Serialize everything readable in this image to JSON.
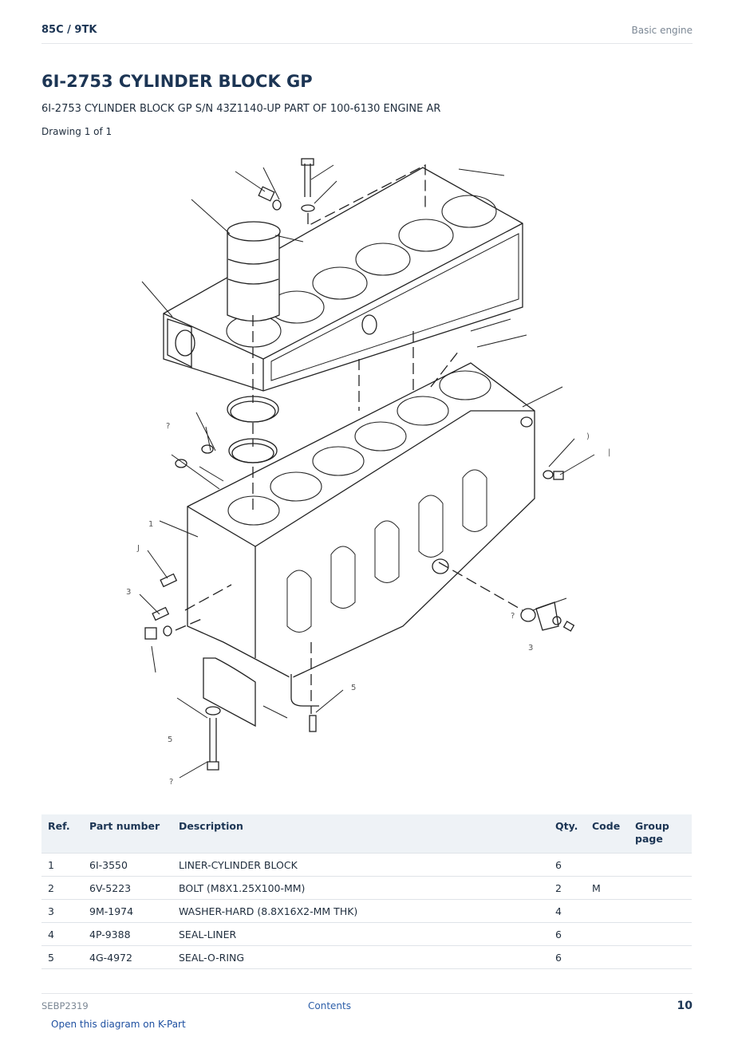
{
  "header": {
    "model": "85C  /  9TK",
    "section": "Basic engine"
  },
  "title": "6I-2753 CYLINDER BLOCK GP",
  "subtitle": "6I-2753 CYLINDER BLOCK GP S/N 43Z1140-UP PART OF 100-6130 ENGINE AR",
  "drawing_label": "Drawing 1 of 1",
  "table": {
    "headers": {
      "ref": "Ref.",
      "part": "Part number",
      "desc": "Description",
      "qty": "Qty.",
      "code": "Code",
      "group": "Group page"
    },
    "rows": [
      {
        "ref": "1",
        "part": "6I-3550",
        "desc": "LINER-CYLINDER BLOCK",
        "qty": "6",
        "code": "",
        "group": ""
      },
      {
        "ref": "2",
        "part": "6V-5223",
        "desc": "BOLT (M8X1.25X100-MM)",
        "qty": "2",
        "code": "M",
        "group": ""
      },
      {
        "ref": "3",
        "part": "9M-1974",
        "desc": "WASHER-HARD (8.8X16X2-MM THK)",
        "qty": "4",
        "code": "",
        "group": ""
      },
      {
        "ref": "4",
        "part": "4P-9388",
        "desc": "SEAL-LINER",
        "qty": "6",
        "code": "",
        "group": ""
      },
      {
        "ref": "5",
        "part": "4G-4972",
        "desc": "SEAL-O-RING",
        "qty": "6",
        "code": "",
        "group": ""
      }
    ]
  },
  "footer": {
    "doc_id": "SEBP2319",
    "contents_link": "Contents",
    "page_number": "10",
    "kpart_link": "Open this diagram on K-Part"
  }
}
